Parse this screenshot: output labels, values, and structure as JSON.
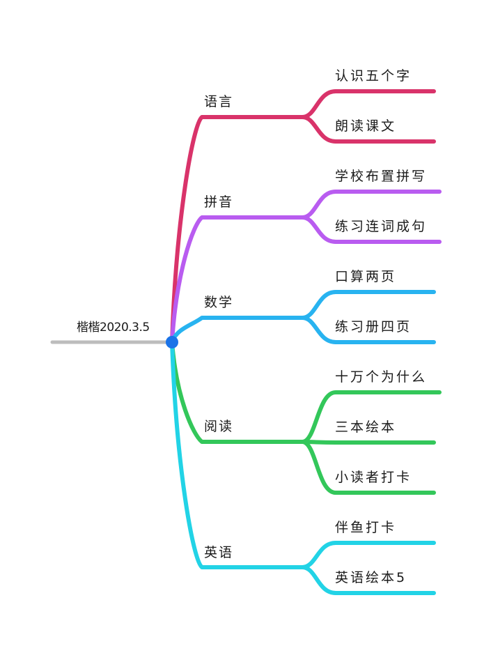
{
  "root": {
    "label": "楷楷2020.3.5",
    "line_color": "#bdbdbd",
    "dot_color": "#1a73e8"
  },
  "branches": [
    {
      "label": "语言",
      "color": "#d9336a",
      "children": [
        "认识五个字",
        "朗读课文"
      ]
    },
    {
      "label": "拼音",
      "color": "#b95cf0",
      "children": [
        "学校布置拼写",
        "练习连词成句"
      ]
    },
    {
      "label": "数学",
      "color": "#28b3f0",
      "children": [
        "口算两页",
        "练习册四页"
      ]
    },
    {
      "label": "阅读",
      "color": "#33c75a",
      "children": [
        "十万个为什么",
        "三本绘本",
        "小读者打卡"
      ]
    },
    {
      "label": "英语",
      "color": "#22d3e6",
      "children": [
        "伴鱼打卡",
        "英语绘本5"
      ]
    }
  ]
}
